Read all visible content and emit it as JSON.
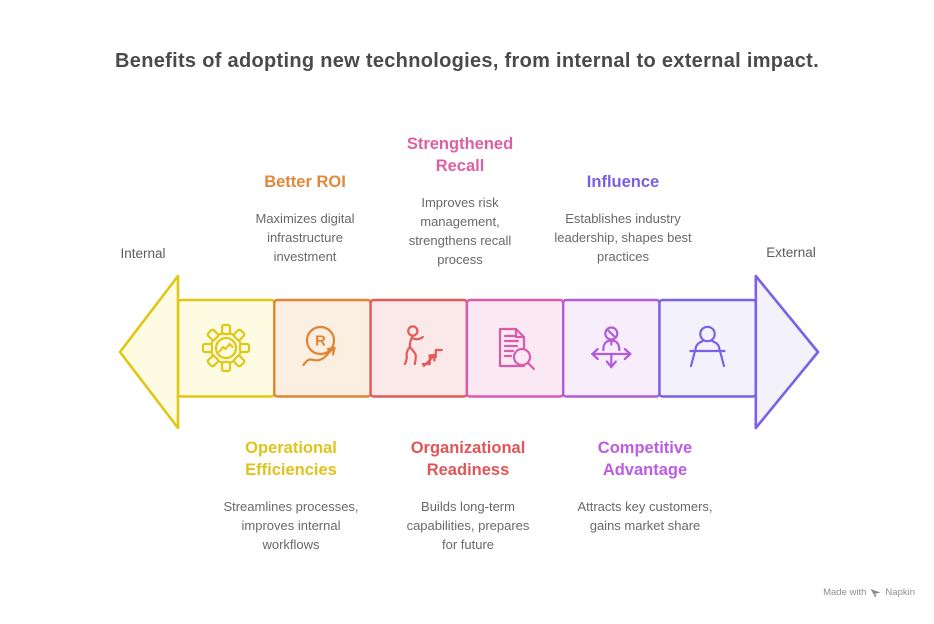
{
  "title": "Benefits of adopting new technologies, from internal to external impact.",
  "axis": {
    "left_label": "Internal",
    "right_label": "External"
  },
  "top_benefits": [
    {
      "heading": "Better ROI",
      "color": "#E1883B",
      "description": "Maximizes digital infrastructure investment"
    },
    {
      "heading": "Strengthened Recall",
      "color": "#DE5FA4",
      "description": "Improves risk management, strengthens recall process"
    },
    {
      "heading": "Influence",
      "color": "#7A5FE0",
      "description": "Establishes industry leadership, shapes best practices"
    }
  ],
  "bottom_benefits": [
    {
      "heading": "Operational Efficiencies",
      "color": "#E0C31D",
      "description": "Streamlines processes, improves internal workflows"
    },
    {
      "heading": "Organizational Readiness",
      "color": "#E05656",
      "description": "Builds long-term capabilities, prepares for future"
    },
    {
      "heading": "Competitive Advantage",
      "color": "#BC5CE2",
      "description": "Attracts key customers, gains market share"
    }
  ],
  "arrow": {
    "left_head": {
      "border": "#DFC716",
      "fill": "#FDFBE2"
    },
    "right_head": {
      "border": "#7B61E3",
      "fill": "#F3F1FC"
    },
    "segments": [
      {
        "icon": "gear-efficiency-icon",
        "border": "#DFC716",
        "fill": "#FDFBE2"
      },
      {
        "icon": "roi-growth-icon",
        "letter": "R",
        "border": "#E08433",
        "fill": "#FBEFE2"
      },
      {
        "icon": "stairs-progress-icon",
        "border": "#E25B5B",
        "fill": "#FBE8E8"
      },
      {
        "icon": "document-search-icon",
        "border": "#D95BAE",
        "fill": "#FAE9F3"
      },
      {
        "icon": "person-direction-icon",
        "border": "#B25BDB",
        "fill": "#F8EEFB"
      },
      {
        "icon": "podium-speaker-icon",
        "border": "#7B61E3",
        "fill": "#F3F1FC"
      }
    ]
  },
  "footer": {
    "made_with": "Made with",
    "brand": "Napkin"
  }
}
